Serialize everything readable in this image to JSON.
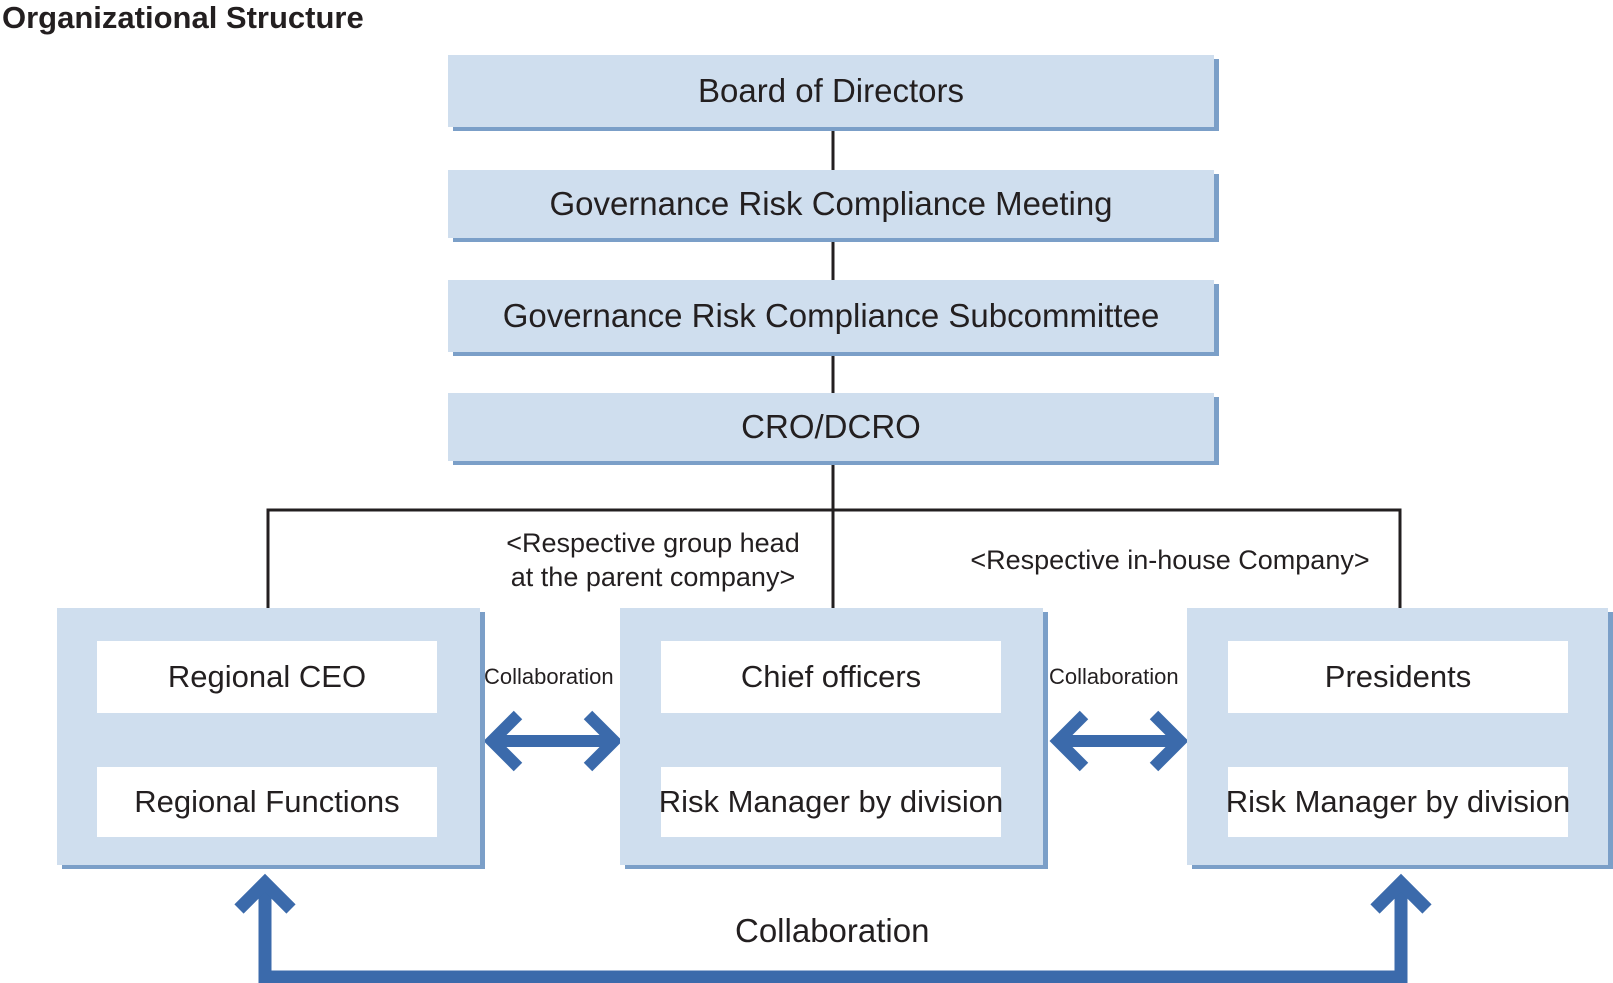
{
  "title": "Organizational Structure",
  "boxes": {
    "board": "Board of Directors",
    "grc_meeting": "Governance Risk Compliance Meeting",
    "grc_subcommittee": "Governance Risk Compliance Subcommittee",
    "cro": "CRO/DCRO"
  },
  "notes": {
    "group_head": "<Respective group head\nat the parent company>",
    "inhouse": "<Respective in-house Company>"
  },
  "panels": {
    "regional": {
      "top": "Regional CEO",
      "bottom": "Regional Functions"
    },
    "chief": {
      "top": "Chief officers",
      "bottom": "Risk Manager by division"
    },
    "presidents": {
      "top": "Presidents",
      "bottom": "Risk Manager by division"
    }
  },
  "collaboration": {
    "left": "Collaboration",
    "right": "Collaboration",
    "bottom": "Collaboration"
  },
  "colors": {
    "box_fill": "#cfdeee",
    "box_shadow": "#7b9fc8",
    "arrow": "#3b6aab",
    "line": "#231f20"
  }
}
